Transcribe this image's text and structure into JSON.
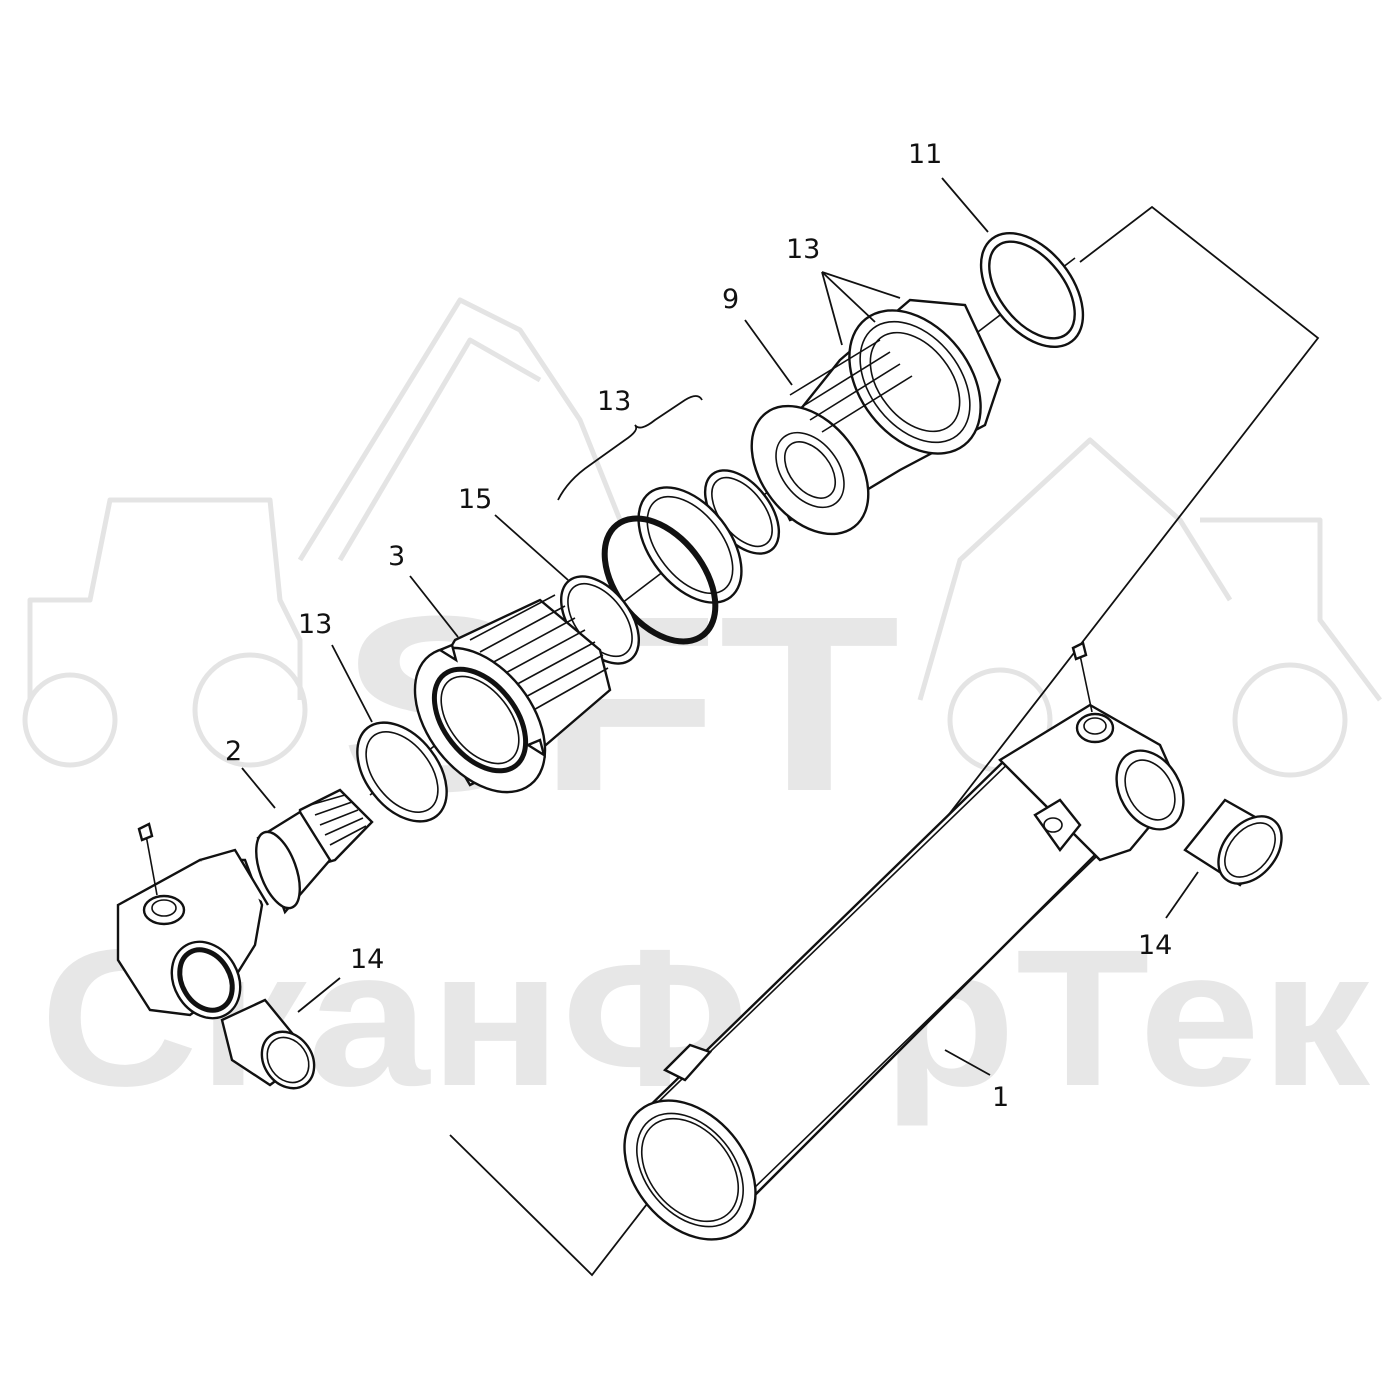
{
  "watermark": {
    "logo_text": "SFT",
    "brand_text": "СканФорТек"
  },
  "callouts": [
    {
      "id": "c11",
      "label": "11"
    },
    {
      "id": "c13a",
      "label": "13"
    },
    {
      "id": "c9",
      "label": "9"
    },
    {
      "id": "c13b",
      "label": "13"
    },
    {
      "id": "c15",
      "label": "15"
    },
    {
      "id": "c3",
      "label": "3"
    },
    {
      "id": "c13c",
      "label": "13"
    },
    {
      "id": "c2",
      "label": "2"
    },
    {
      "id": "c14a",
      "label": "14"
    },
    {
      "id": "c14b",
      "label": "14"
    },
    {
      "id": "c1",
      "label": "1"
    }
  ],
  "colors": {
    "ink": "#111111",
    "watermark": "#e7e7e7",
    "background": "#ffffff"
  }
}
